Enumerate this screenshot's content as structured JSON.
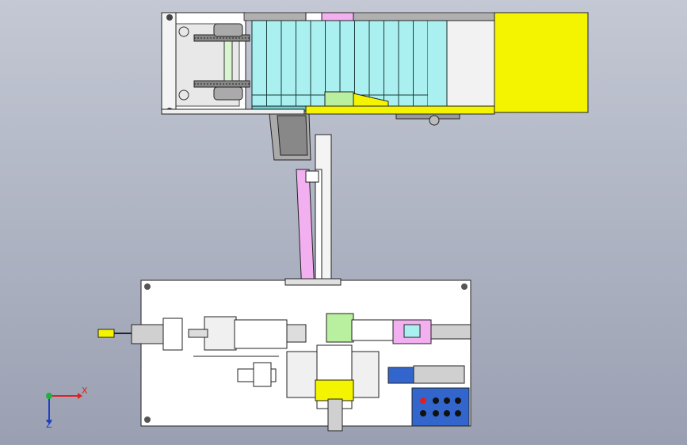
{
  "view": {
    "title": "",
    "background_top": "#c4c8d4",
    "background_bottom": "#9aa0b2"
  },
  "axes_triad": {
    "x_label": "X",
    "z_label": "Z",
    "x_color": "#e02020",
    "y_color": "#20b040",
    "z_color": "#2040c0"
  },
  "components": {
    "feed_magazine": {
      "slots": 12,
      "fill_color": "#aaf0f0"
    },
    "buffer_zone": {
      "fill_color": "#f2f2f2"
    },
    "yellow_panel": {
      "fill_color": "#f4f400"
    },
    "chute": {
      "fill_color": "#aaaaaa"
    },
    "guide_rail": {
      "fill_color": "#f2b0f0"
    },
    "base_plate": {
      "fill_color": "#ffffff"
    },
    "control_panel": {
      "fill_color": "#3366cc",
      "buttons": 8,
      "stop_button_color": "#e02020"
    },
    "cylinders": {
      "fill_color": "#d0d0d0"
    }
  }
}
